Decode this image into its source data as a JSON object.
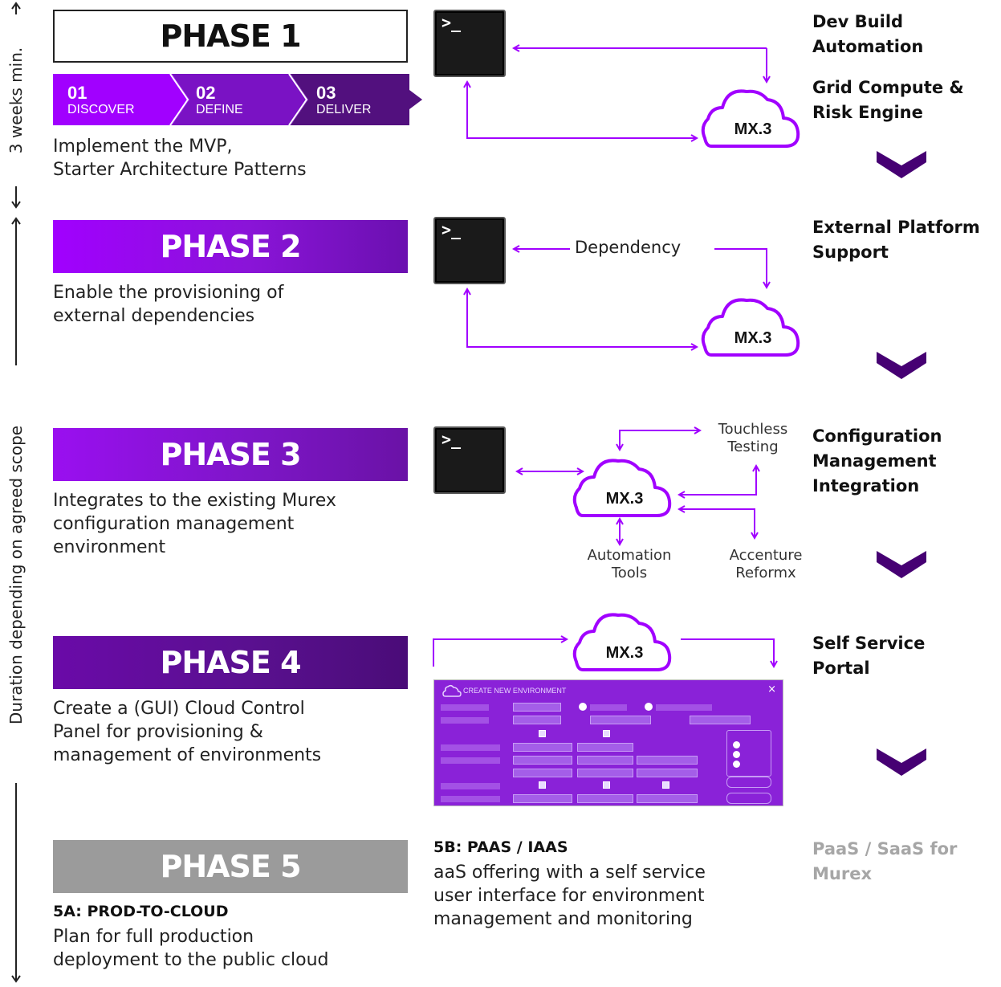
{
  "phases": [
    {
      "title": "PHASE 1",
      "desc_lines": [
        "Implement the MVP,",
        "Starter Architecture Patterns"
      ],
      "outcome_lines": [
        "Dev Build",
        "Automation"
      ],
      "outcome2_lines": [
        "Grid Compute &",
        "Risk Engine"
      ]
    },
    {
      "title": "PHASE 2",
      "desc_lines": [
        "Enable the provisioning of",
        "external dependencies"
      ],
      "outcome_lines": [
        "External Platform",
        "Support"
      ]
    },
    {
      "title": "PHASE 3",
      "desc_lines": [
        "Integrates to the existing Murex",
        "configuration management",
        "environment"
      ],
      "outcome_lines": [
        "Configuration",
        "Management",
        "Integration"
      ]
    },
    {
      "title": "PHASE 4",
      "desc_lines": [
        "Create a (GUI) Cloud Control",
        "Panel for provisioning &",
        "management of environments"
      ],
      "outcome_lines": [
        "Self Service",
        "Portal"
      ]
    },
    {
      "title": "PHASE 5",
      "outcome_lines": [
        "PaaS / SaaS for",
        "Murex"
      ]
    }
  ],
  "steps": [
    {
      "num": "01",
      "name": "DISCOVER"
    },
    {
      "num": "02",
      "name": "DEFINE"
    },
    {
      "num": "03",
      "name": "DELIVER"
    }
  ],
  "timeline": {
    "top_label": "3 weeks min.",
    "bottom_label": "Duration depending on agreed scope"
  },
  "diagram": {
    "cloud_label": "MX.3",
    "terminal_prompt": ">_",
    "dependency_label": "Dependency",
    "touchless_lines": [
      "Touchless",
      "Testing"
    ],
    "automation_lines": [
      "Automation",
      "Tools"
    ],
    "accenture_lines": [
      "Accenture",
      "Reformx"
    ]
  },
  "phase5": {
    "a_heading": "5A: PROD-TO-CLOUD",
    "a_lines": [
      "Plan for full production",
      "deployment to the public cloud"
    ],
    "b_heading": "5B: PAAS / IAAS",
    "b_lines": [
      "aaS offering with a self service",
      "user interface for environment",
      "management and monitoring"
    ]
  },
  "gui": {
    "title": "CREATE NEW ENVIRONMENT",
    "close": "×"
  },
  "colors": {
    "purple": "#a100ff",
    "dark_purple": "#460073",
    "grey": "#9b9b9b"
  }
}
